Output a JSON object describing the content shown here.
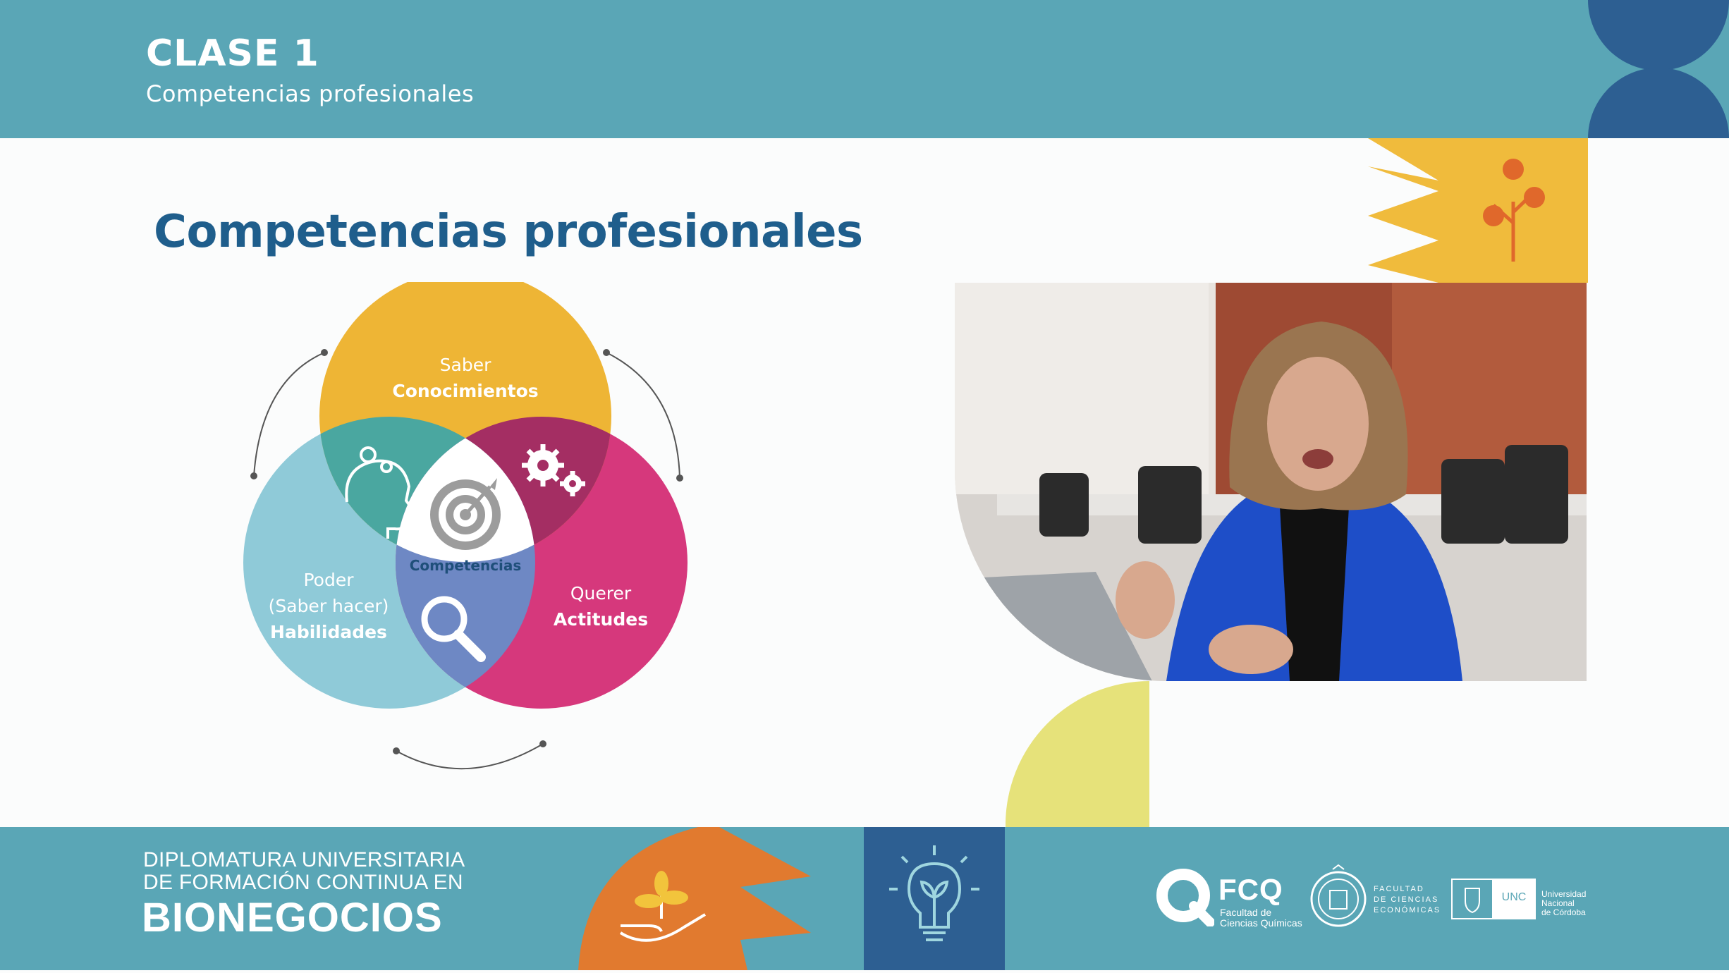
{
  "header": {
    "class_label": "CLASE 1",
    "class_subtitle": "Competencias profesionales"
  },
  "slide": {
    "title": "Competencias profesionales"
  },
  "venn": {
    "top": {
      "line1": "Saber",
      "line2": "Conocimientos"
    },
    "left": {
      "line1": "Poder",
      "line2": "(Saber hacer)",
      "line3": "Habilidades"
    },
    "right": {
      "line1": "Querer",
      "line2": "Actitudes"
    },
    "center": "Competencias",
    "colors": {
      "top": "#eeb535",
      "left": "#8fcad8",
      "right": "#d6387c",
      "top_left": "#4aa7a0",
      "top_right": "#a42e63",
      "bottom": "#6e88c4",
      "center": "#ffffff"
    },
    "icons": [
      "head-gear-icon",
      "gears-icon",
      "target-icon",
      "magnifier-icon"
    ]
  },
  "footer": {
    "line1": "DIPLOMATURA UNIVERSITARIA",
    "line2": "DE FORMACIÓN CONTINUA EN",
    "program": "BIONEGOCIOS"
  },
  "logos": {
    "fcq": {
      "abbr": "FCQ",
      "line1": "Facultad de",
      "line2": "Ciencias Químicas"
    },
    "fce": {
      "line1": "FACULTAD",
      "line2": "DE CIENCIAS",
      "line3": "ECONÓMICAS"
    },
    "unc": {
      "abbr": "UNC",
      "line1": "Universidad",
      "line2": "Nacional",
      "line3": "de Córdoba"
    }
  }
}
